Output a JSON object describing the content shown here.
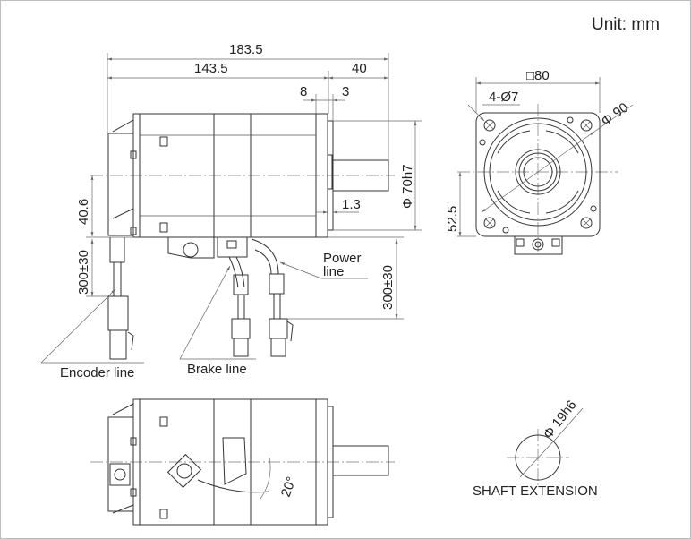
{
  "unit_label": "Unit: mm",
  "dimensions": {
    "overall_length": "183.5",
    "body_length": "143.5",
    "shaft_length": "40",
    "flange_8": "8",
    "flange_3": "3",
    "flange_1_3": "1.3",
    "pilot_diameter": "Φ 70h7",
    "height_40_6": "40.6",
    "encoder_cable": "300±30",
    "power_cable": "300±30",
    "square": "□80",
    "holes": "4-Ø7",
    "pcd": "Φ 90",
    "height_52_5": "52.5",
    "angle": "20°",
    "shaft_diameter": "Φ 19h6"
  },
  "labels": {
    "encoder_line": "Encoder line",
    "brake_line": "Brake line",
    "power_line_1": "Power",
    "power_line_2": "line",
    "shaft_extension": "SHAFT EXTENSION"
  }
}
